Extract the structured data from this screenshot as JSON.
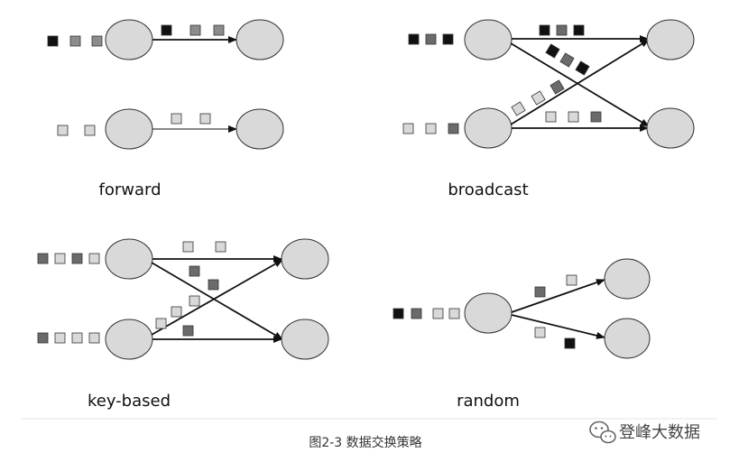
{
  "colors": {
    "black": "#111111",
    "dark": "#6b6b6b",
    "mid": "#8c8c8c",
    "light": "#d9d9d9",
    "node_fill": "#d9d9d9",
    "stroke": "#333333"
  },
  "panels": {
    "forward": {
      "label": "forward"
    },
    "broadcast": {
      "label": "broadcast"
    },
    "key_based": {
      "label": "key-based"
    },
    "random": {
      "label": "random"
    }
  },
  "caption": "图2-3 数据交换策略",
  "watermark": {
    "text": "登峰大数据",
    "icon": "wechat-icon"
  }
}
